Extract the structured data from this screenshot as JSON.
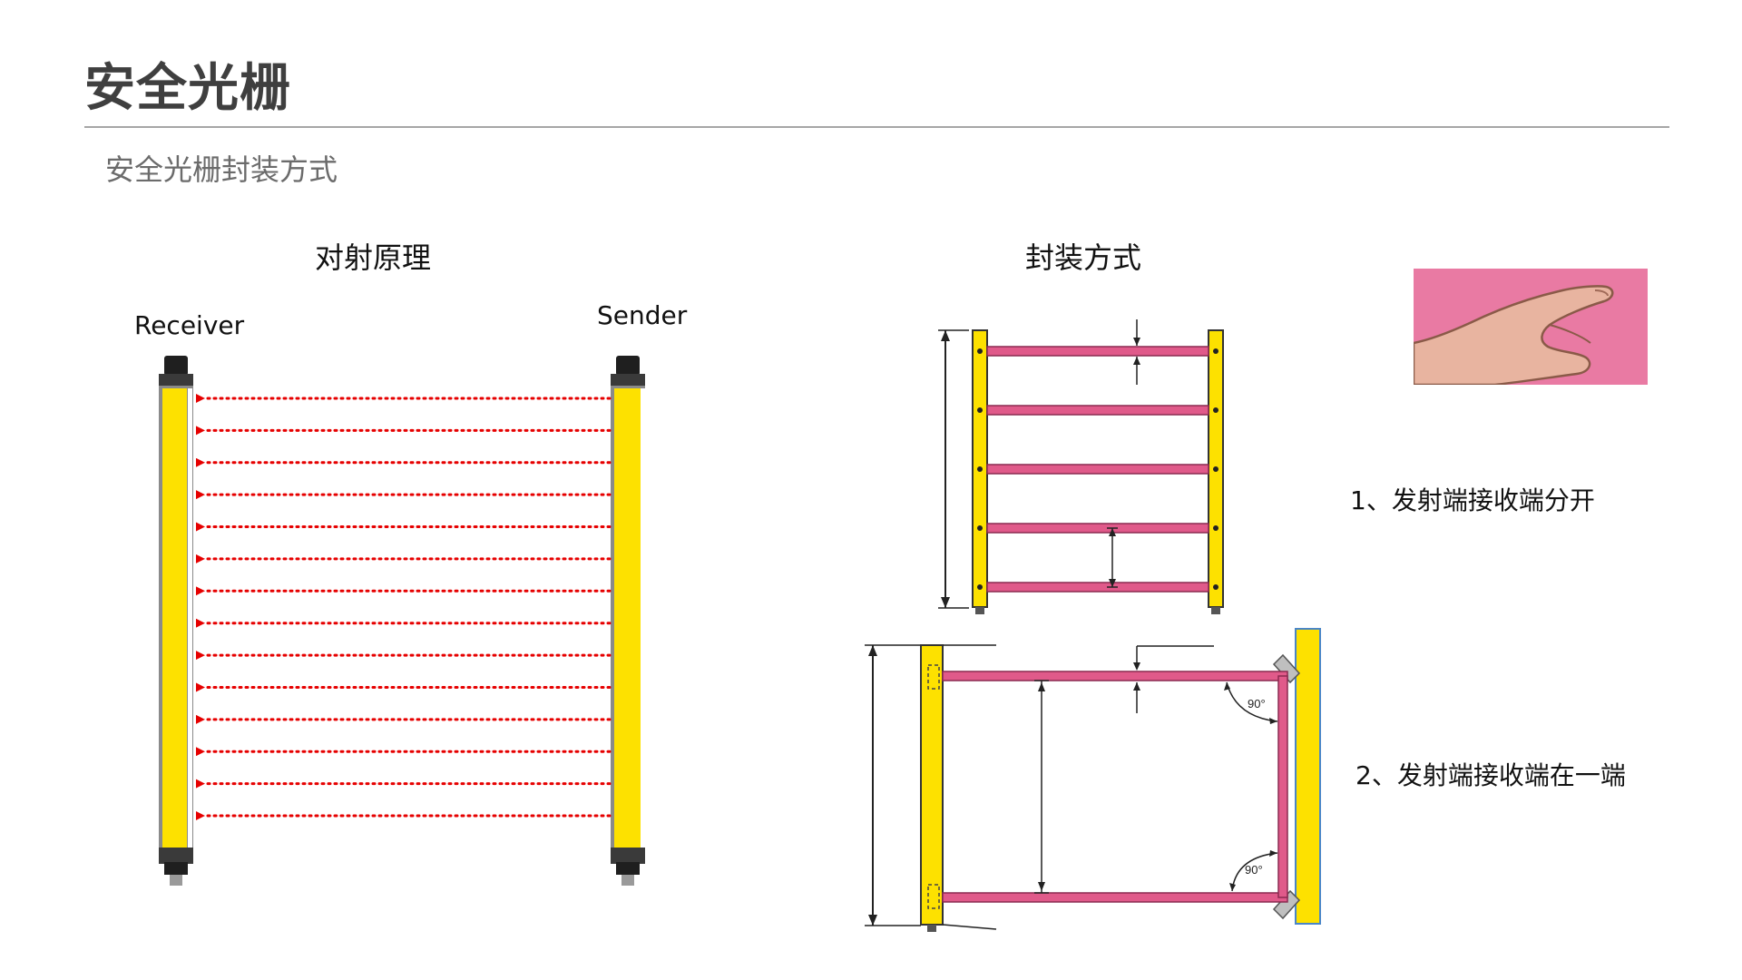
{
  "header": {
    "title": "安全光栅",
    "subtitle": "安全光栅封装方式"
  },
  "principle": {
    "heading": "对射原理",
    "receiver_label": "Receiver",
    "sender_label": "Sender",
    "beam_count": 14
  },
  "packaging": {
    "heading": "封装方式",
    "steps": [
      "1、发射端接收端分开",
      "2、发射端接收端在一端"
    ],
    "angle_labels": [
      "90°",
      "90°"
    ]
  },
  "colors": {
    "housing_yellow": "#fde100",
    "beam_red": "#e60000",
    "rail_pink": "#e05a8a",
    "hand_bg": "#e97aa3"
  }
}
